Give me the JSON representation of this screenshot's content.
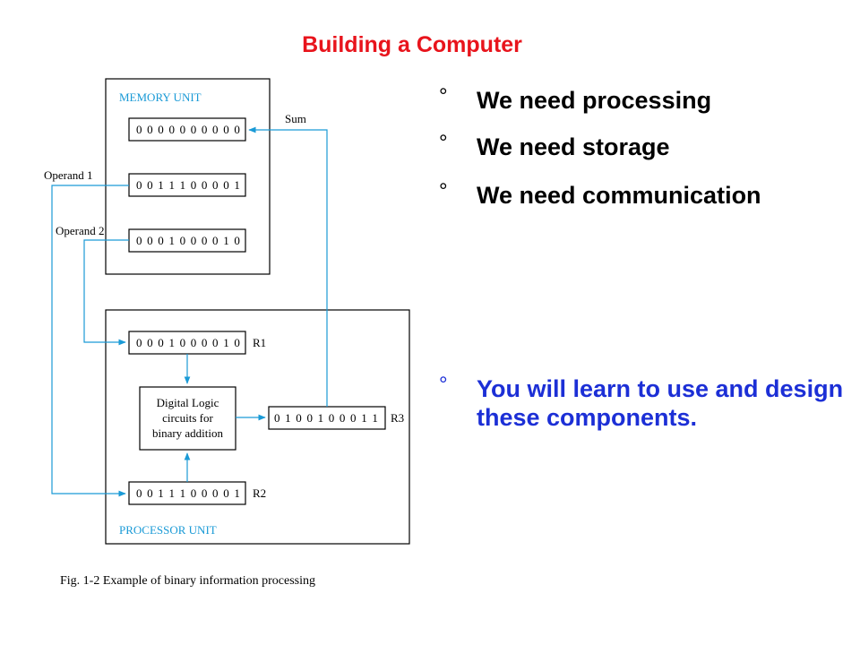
{
  "slide": {
    "title": "Building a Computer",
    "bullets": [
      "We need processing",
      "We need storage",
      "We need communication",
      "You will learn to use and design these components."
    ],
    "bullet_mark": "°",
    "colors": {
      "title": "#e8141c",
      "emphasis": "#1c2fd6",
      "wire": "#1a9ad6"
    }
  },
  "diagram": {
    "memory_label": "MEMORY UNIT",
    "processor_label": "PROCESSOR UNIT",
    "sum_label": "Sum",
    "operand1_label": "Operand 1",
    "operand2_label": "Operand 2",
    "mem_reg0": "0 0 0 0 0 0 0 0 0 0",
    "mem_reg1": "0 0 1 1 1 0 0 0 0 1",
    "mem_reg2": "0 0 0 1 0 0 0 0 1 0",
    "r1_value": "0 0 0 1 0 0 0 0 1 0",
    "r2_value": "0 0 1 1 1 0 0 0 0 1",
    "r3_value": "0 1 0 0 1 0 0 0 1 1",
    "r1_label": "R1",
    "r2_label": "R2",
    "r3_label": "R3",
    "logic_line1": "Digital Logic",
    "logic_line2": "circuits for",
    "logic_line3": "binary addition",
    "caption": "Fig. 1-2  Example of binary information processing"
  }
}
